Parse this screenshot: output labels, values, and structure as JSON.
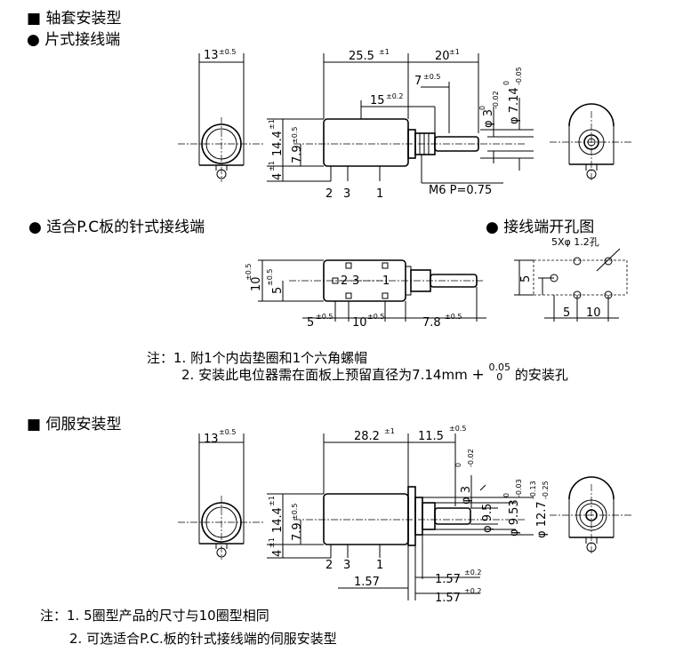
{
  "headers": {
    "shaft_type": "轴套安装型",
    "panel_terminal": "片式接线端",
    "pc_terminal": "适合P.C板的针式接线端",
    "hole_layout": "接线端开孔图",
    "servo_type": "伺服安装型"
  },
  "symbols": {
    "square": "■",
    "circle": "●"
  },
  "top_dims": {
    "width": "13",
    "width_tol": "±0.5",
    "body": "25.5",
    "body_tol": "±1",
    "shaft": "20",
    "shaft_tol": "±1",
    "flat": "7",
    "flat_tol": "±0.5",
    "bush": "15",
    "bush_tol": "±0.2",
    "shaft_dia": "φ 3",
    "shaft_dia_tol_up": "0",
    "shaft_dia_tol_dn": "-0.02",
    "bush_dia": "φ 7.14",
    "bush_dia_tol_up": "0",
    "bush_dia_tol_dn": "-0.05",
    "height": "14.4",
    "height_tol": "±1",
    "center": "7.9",
    "center_tol": "±0.5",
    "pin": "4",
    "pin_tol": "±1",
    "thread": "M6 P=0.75",
    "pin_labels": [
      "2",
      "3",
      "1"
    ]
  },
  "pc_dims": {
    "h10": "10",
    "h10_tol": "±0.5",
    "h5": "5",
    "h5_tol": "±0.5",
    "d5": "5",
    "d5_tol": "±0.5",
    "d10": "10",
    "d10_tol": "±0.5",
    "d78": "7.8",
    "d78_tol": "±0.5",
    "inner_labels": [
      "2",
      "3",
      "1"
    ]
  },
  "hole_dims": {
    "holes": "5Xφ 1.2孔",
    "h5": "5",
    "v5": "5",
    "v10": "10"
  },
  "notes1": {
    "prefix": "注：",
    "line1": "1. 附1个内齿垫圈和1个六角螺帽",
    "line2": "2. 安装此电位器需在面板上预留直径为7.14mm",
    "tol_plus": "+",
    "tol_up": "0.05",
    "tol_dn": "0",
    "line2_end": "的安装孔"
  },
  "servo_dims": {
    "width": "13",
    "width_tol": "±0.5",
    "body": "28.2",
    "body_tol": "±1",
    "shaft": "11.5",
    "shaft_tol": "±0.5",
    "shaft_dia": "φ 3",
    "shaft_dia_tol_up": "0",
    "shaft_dia_tol_dn": "-0.02",
    "d95": "φ 9.5",
    "d953": "φ 9.53",
    "d953_tol_up": "0",
    "d953_tol_dn": "-0.03",
    "d127": "φ 12.7",
    "d127_tol_up": "-0.13",
    "d127_tol_dn": "-0.25",
    "height": "14.4",
    "height_tol": "±1",
    "center": "7.9",
    "center_tol": "±0.5",
    "pin": "4",
    "pin_tol": "±1",
    "flange1": "1.57",
    "flange2": "1.57",
    "flange2_tol": "±0.2",
    "flange3": "1.57",
    "flange3_tol": "±0.2",
    "pin_labels": [
      "2",
      "3",
      "1"
    ]
  },
  "notes2": {
    "prefix": "注：",
    "line1": "1. 5圈型产品的尺寸与10圈型相同",
    "line2": "2. 可选适合P.C.板的针式接线端的伺服安装型"
  }
}
